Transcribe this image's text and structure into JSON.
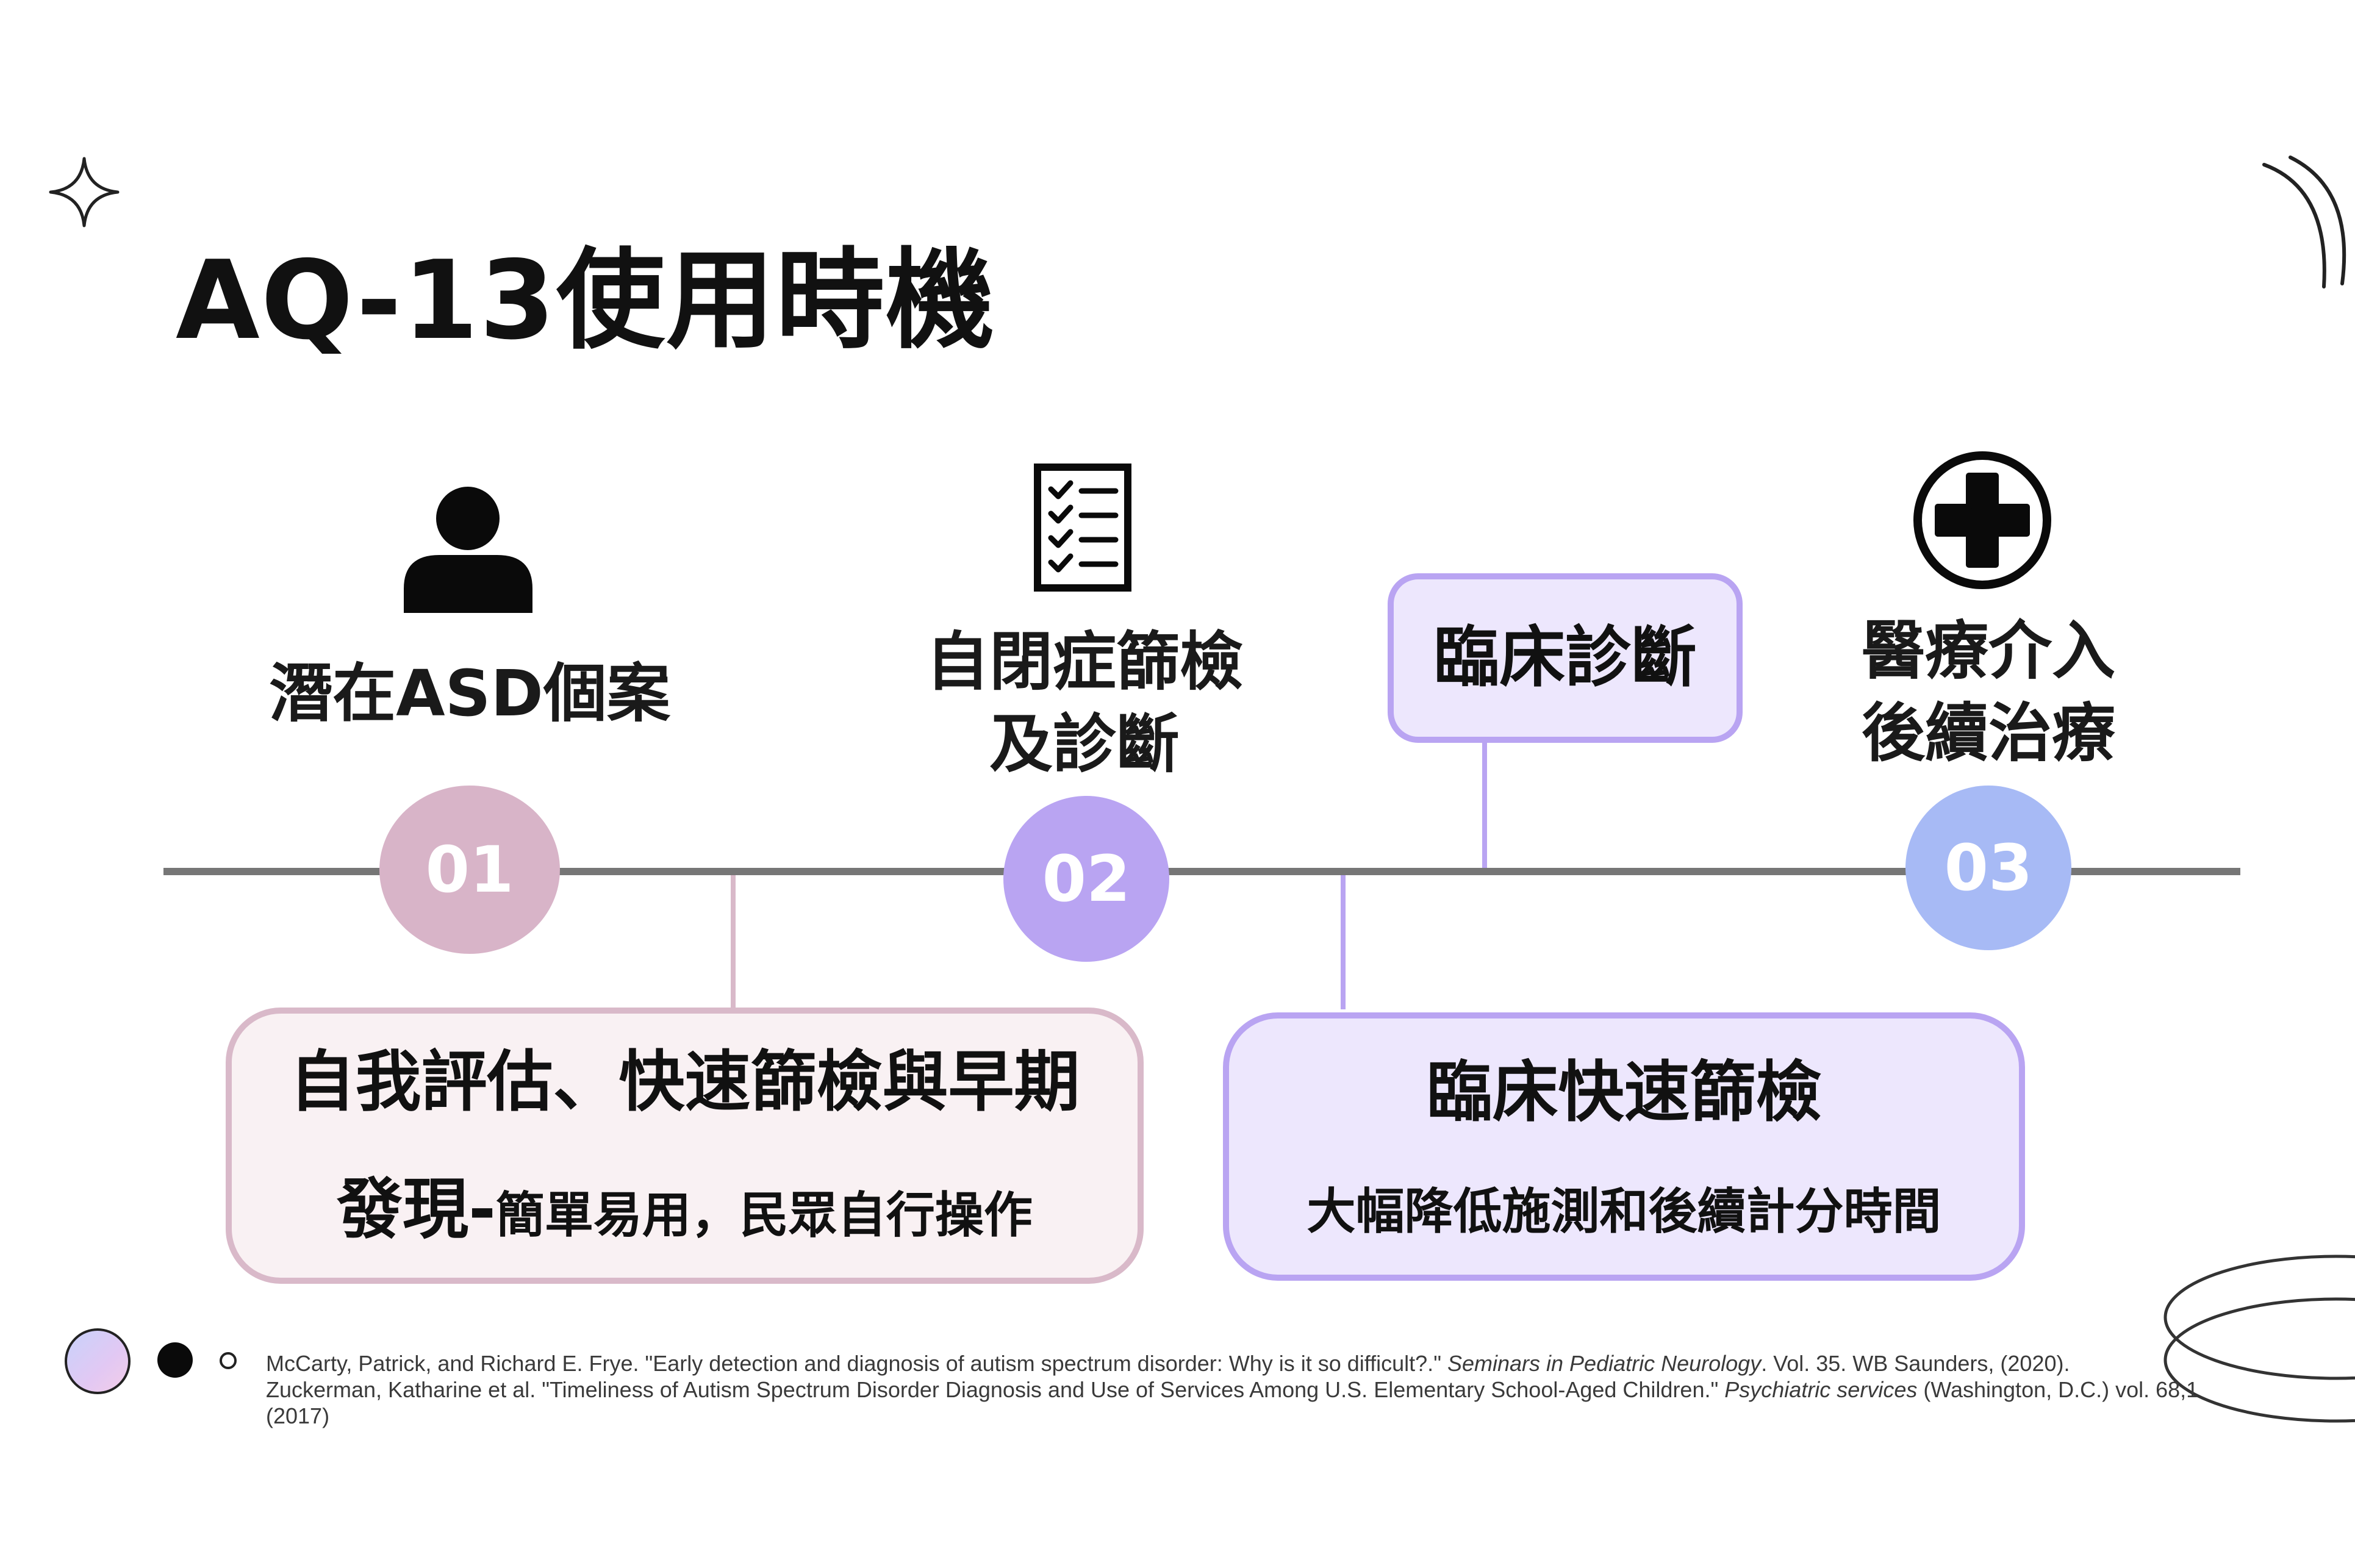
{
  "slide": {
    "title": "AQ-13使用時機"
  },
  "timeline": {
    "steps": [
      {
        "number": "01",
        "label_lines": [
          "潛在ASD個案"
        ],
        "icon": "person-icon",
        "color": "#d8b4c8"
      },
      {
        "number": "02",
        "label_lines": [
          "自閉症篩檢",
          "及診斷"
        ],
        "icon": "checklist-icon",
        "color": "#b9a4f2"
      },
      {
        "number": "03",
        "label_lines": [
          "醫療介入",
          "後續治療"
        ],
        "icon": "medical-cross-icon",
        "color": "#a7baf5"
      }
    ],
    "callout_clinical_diagnosis": "臨床診斷"
  },
  "boxes": {
    "self_screening": {
      "heading": "自我評估、快速篩檢與早期",
      "sub_bold": "發現-",
      "sub_rest": "簡單易用，民眾自行操作"
    },
    "clinical_screening": {
      "heading": "臨床快速篩檢",
      "sub": "大幅降低施測和後續計分時間"
    }
  },
  "citations": {
    "first": {
      "authors": "McCarty, Patrick, and Richard E. Frye. \"Early detection and diagnosis of autism spectrum disorder: Why is it so difficult?.\" ",
      "journal": "Seminars in Pediatric Neurology",
      "details": ". Vol. 35. WB Saunders, (2020)."
    },
    "second": {
      "authors": "Zuckerman, Katharine et al. \"Timeliness of Autism Spectrum Disorder Diagnosis and Use of Services Among U.S. Elementary School-Aged Children.\" ",
      "journal": "Psychiatric services",
      "details": " (Washington, D.C.) vol. 68,1 (2017)"
    }
  },
  "colors": {
    "pink_border": "#d9b9c9",
    "pink_fill": "#f9f1f3",
    "purple_border": "#b9a4f2",
    "purple_fill": "#ede7fd",
    "timeline": "#767676"
  }
}
